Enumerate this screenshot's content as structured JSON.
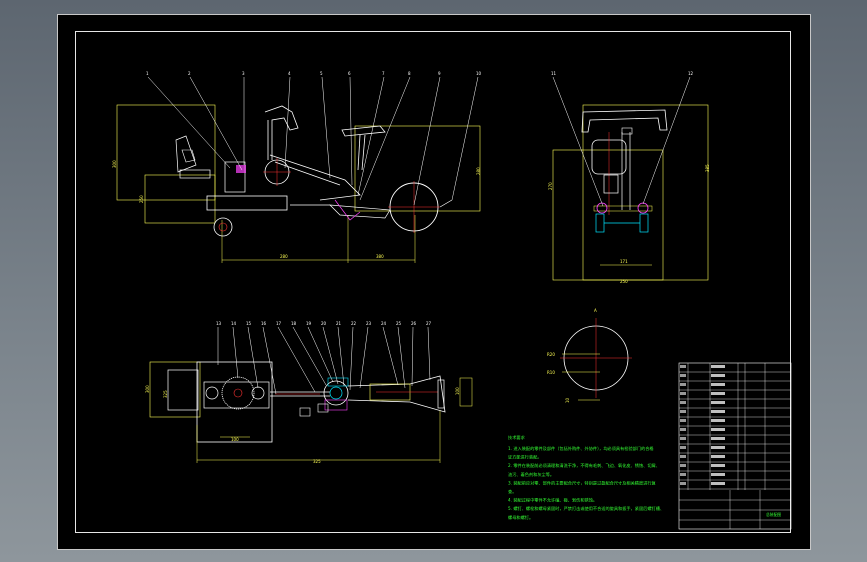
{
  "balloons_side": [
    "1",
    "2",
    "3",
    "4",
    "5",
    "6",
    "7",
    "8",
    "9",
    "10"
  ],
  "balloons_front": [
    "11",
    "12"
  ],
  "balloons_plan": [
    "13",
    "14",
    "15",
    "16",
    "17",
    "18",
    "19",
    "20",
    "21",
    "22",
    "23",
    "24",
    "25",
    "26",
    "27"
  ],
  "dims_side": [
    "300",
    "250",
    "280",
    "380",
    "280"
  ],
  "dims_front": [
    "270",
    "385",
    "171",
    "250"
  ],
  "dims_plan": [
    "300",
    "325",
    "100",
    "325",
    "100"
  ],
  "detail": {
    "label": "A",
    "dims": [
      "R20",
      "R10",
      "10"
    ]
  },
  "tech_notes": {
    "title": "技术要求",
    "lines": [
      "1. 进入装配的零件及部件（包括外购件、外协件），均必须具有检验部门的合格",
      "   证方能进行装配。",
      "2. 零件在装配前必须清理和清洗干净，不得有毛刺、飞边、氧化皮、锈蚀、切屑、",
      "   油污、着色剂和灰尘等。",
      "3. 装配前应对零、部件的主要配合尺寸，特别是过盈配合尺寸及相关精度进行复",
      "   查。",
      "4. 装配过程中零件不允许磕、碰、划伤和锈蚀。",
      "5. 螺钉、螺栓和螺母紧固时，严禁打击或使用不合适的旋具和扳手，紧固后螺钉槽、",
      "   螺母和螺钉。"
    ]
  },
  "title_block": {
    "name": "总装配图",
    "parts_rows": 14
  }
}
